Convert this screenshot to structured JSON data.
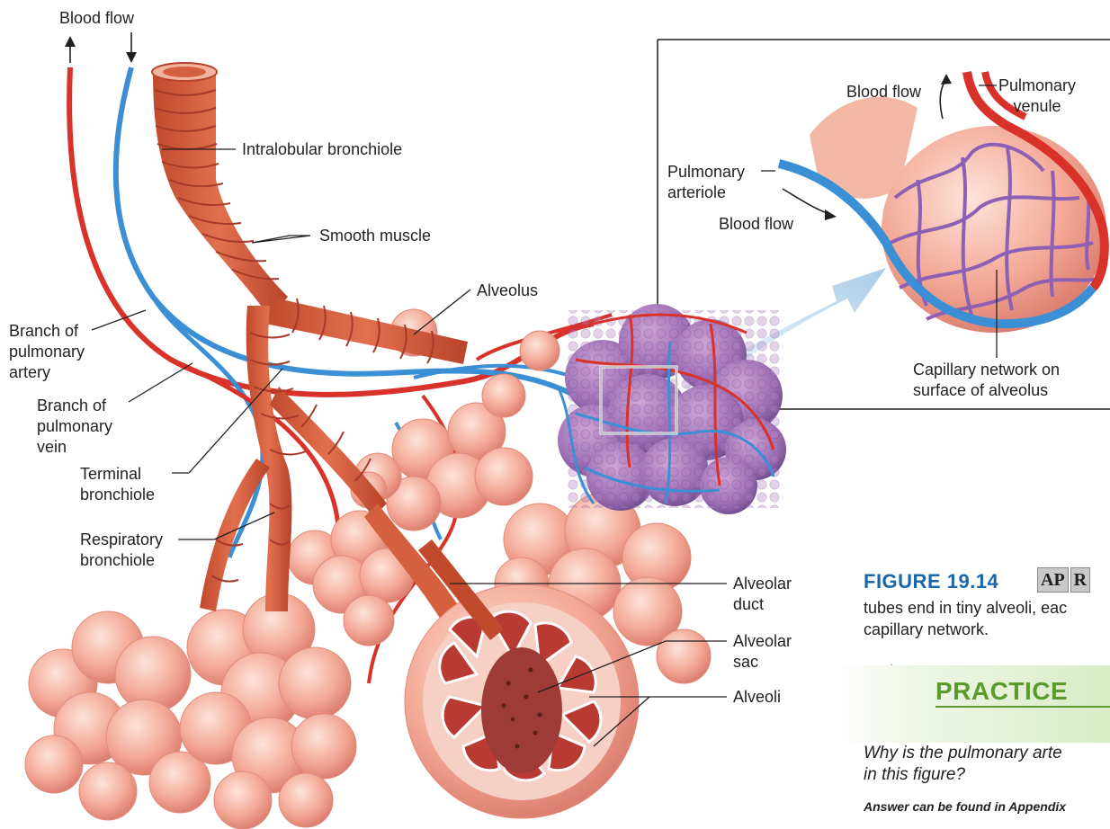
{
  "labels": {
    "blood_flow_top": "Blood flow",
    "intralobular_bronchiole": "Intralobular bronchiole",
    "smooth_muscle": "Smooth muscle",
    "alveolus": "Alveolus",
    "branch_pulmonary_artery": "Branch of\npulmonary\nartery",
    "branch_pulmonary_vein": "Branch of\npulmonary\nvein",
    "terminal_bronchiole": "Terminal\nbronchiole",
    "respiratory_bronchiole": "Respiratory\nbronchiole",
    "alveolar_duct": "Alveolar\nduct",
    "alveolar_sac": "Alveolar\nsac",
    "alveoli": "Alveoli"
  },
  "inset": {
    "blood_flow_top": "Blood flow",
    "pulmonary_venule": "Pulmonary\nvenule",
    "pulmonary_arteriole": "Pulmonary\narteriole",
    "blood_flow_side": "Blood flow",
    "capillary_network": "Capillary network on\nsurface of alveolus"
  },
  "caption": {
    "title": "FIGURE 19.14",
    "badge_a": "AP",
    "badge_b": "R",
    "text": "tubes end in tiny alveoli, eac\ncapillary network."
  },
  "practice": {
    "label": "PRACTICE",
    "question": "Why is the pulmonary arte\nin this figure?",
    "answer_note": "Answer can be found in Appendix"
  },
  "colors": {
    "artery_red": "#d8322a",
    "vein_blue": "#3b8fd4",
    "bronchiole": "#d4603f",
    "alveoli_pink": "#f2a090",
    "capillary_purple": "#8d5fb5",
    "caption_blue": "#1b66a8",
    "practice_green": "#5b9a2c"
  },
  "icons": {
    "practice": "recycle-arrows-icon",
    "flow_arrow": "arrow-icon"
  }
}
